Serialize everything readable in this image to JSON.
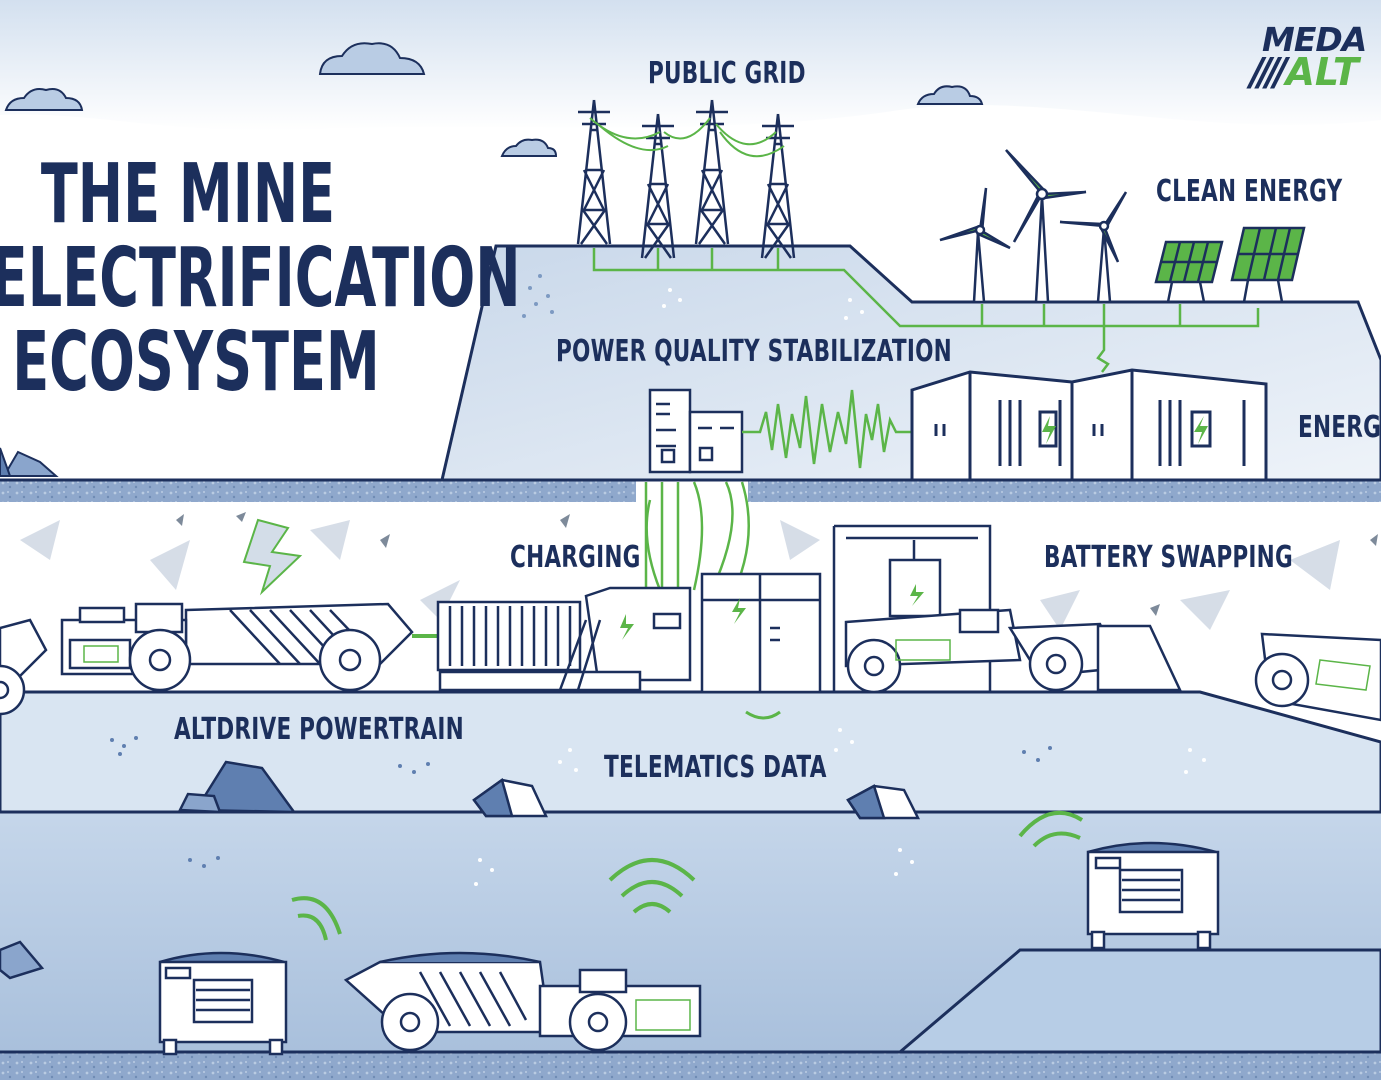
{
  "title": {
    "lines": [
      "THE MINE",
      "ELECTRIFICATION",
      "ECOSYSTEM"
    ]
  },
  "logo": {
    "top": "MEDA",
    "bottom_slashes": "////",
    "bottom": "ALT"
  },
  "labels": {
    "public_grid": "PUBLIC GRID",
    "clean_energy": "CLEAN ENERGY",
    "power_quality": "POWER QUALITY STABILIZATION",
    "energy": "ENERGY",
    "charging": "CHARGING",
    "battery_swapping": "BATTERY SWAPPING",
    "altdrive": "ALTDRIVE POWERTRAIN",
    "telematics": "TELEMATICS DATA"
  },
  "colors": {
    "navy": "#1c2f5c",
    "green": "#5bb548",
    "sky": "#dbe6f3",
    "hill": "#cfdcec",
    "ground": "#8fa8cc",
    "tunnel": "#dfe9f4"
  },
  "icons": {
    "lightning": "lightning-bolt-icon",
    "signal": "wifi-signal-icon"
  }
}
